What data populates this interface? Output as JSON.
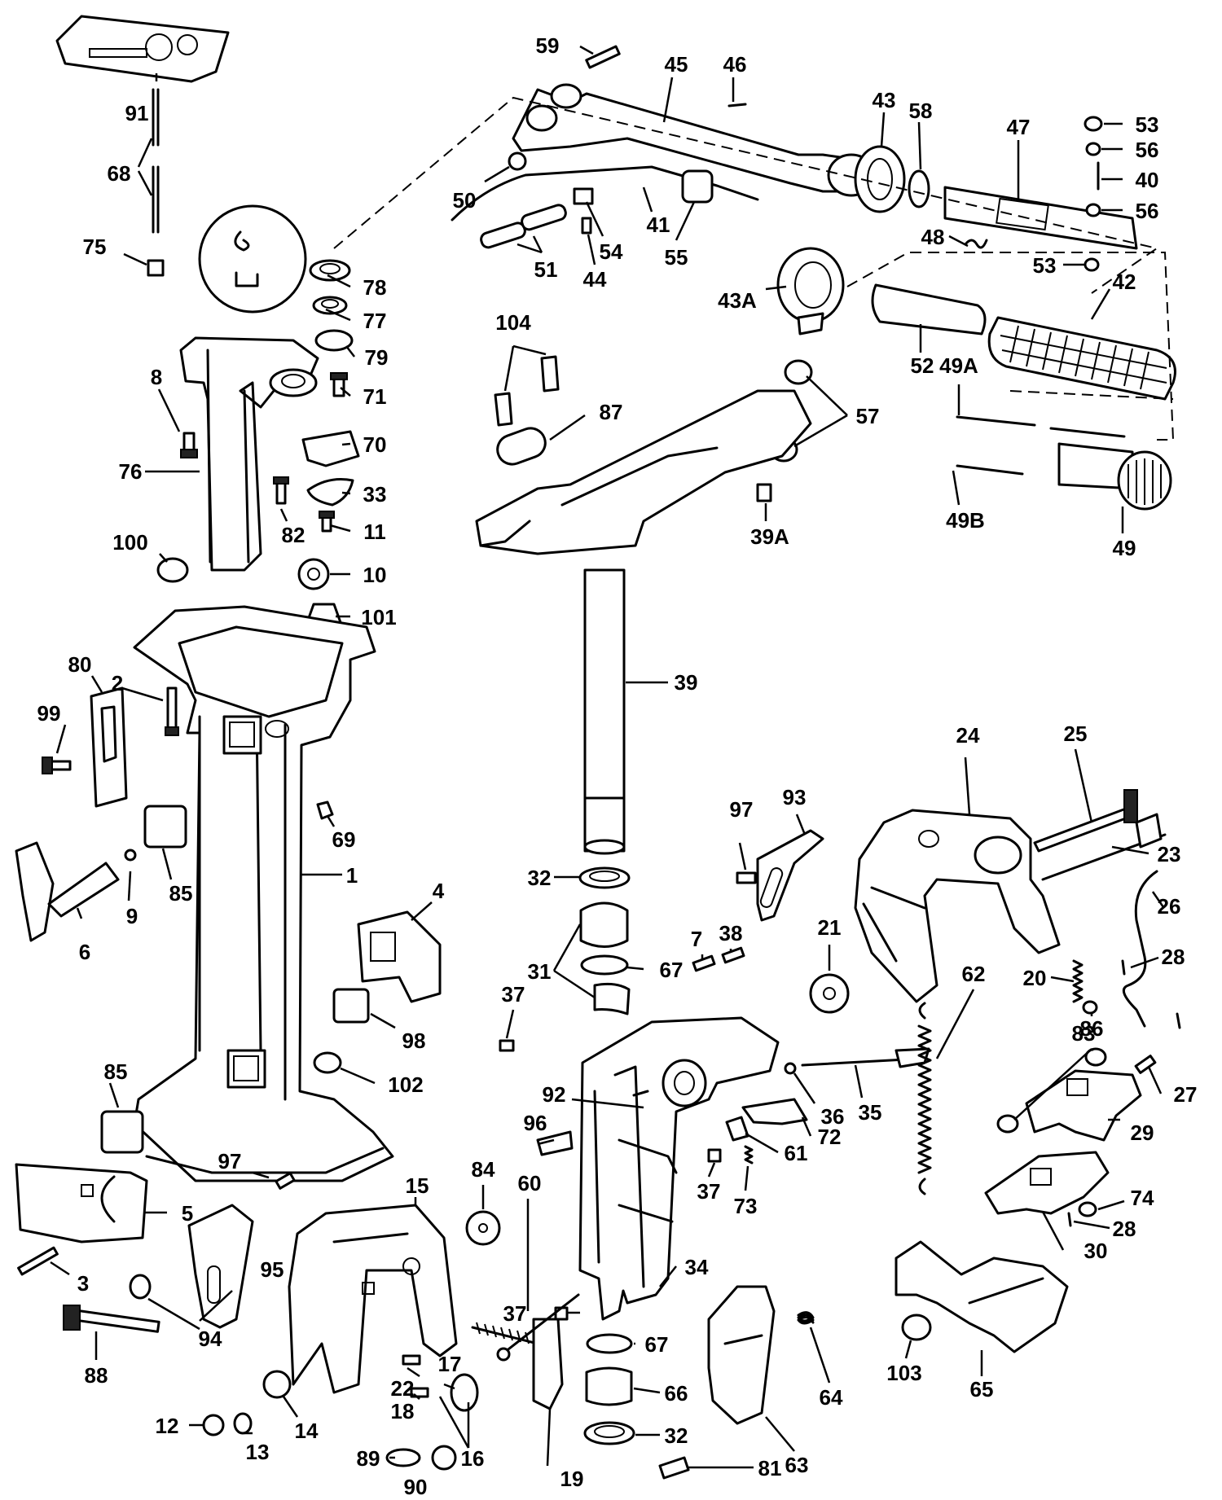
{
  "callouts": [
    "91",
    "68",
    "75",
    "78",
    "77",
    "79",
    "8",
    "71",
    "70",
    "76",
    "33",
    "82",
    "11",
    "100",
    "10",
    "101",
    "80",
    "2",
    "99",
    "69",
    "1",
    "85",
    "9",
    "6",
    "4",
    "98",
    "102",
    "85",
    "97",
    "5",
    "3",
    "95",
    "94",
    "15",
    "88",
    "12",
    "13",
    "14",
    "22",
    "18",
    "17",
    "89",
    "90",
    "16",
    "19",
    "59",
    "45",
    "46",
    "43",
    "58",
    "47",
    "53",
    "56",
    "40",
    "56",
    "50",
    "41",
    "51",
    "54",
    "44",
    "55",
    "48",
    "53",
    "43A",
    "104",
    "87",
    "57",
    "42",
    "52",
    "49A",
    "39A",
    "49B",
    "49",
    "39",
    "24",
    "25",
    "93",
    "97",
    "23",
    "21",
    "26",
    "38",
    "7",
    "32",
    "31",
    "67",
    "28",
    "20",
    "86",
    "37",
    "83",
    "27",
    "62",
    "92",
    "36",
    "35",
    "29",
    "96",
    "72",
    "61",
    "37",
    "73",
    "74",
    "28",
    "84",
    "60",
    "30",
    "34",
    "37",
    "67",
    "103",
    "65",
    "66",
    "64",
    "63",
    "32",
    "81"
  ],
  "colors": {
    "ink": "#000000",
    "paper": "#ffffff"
  }
}
